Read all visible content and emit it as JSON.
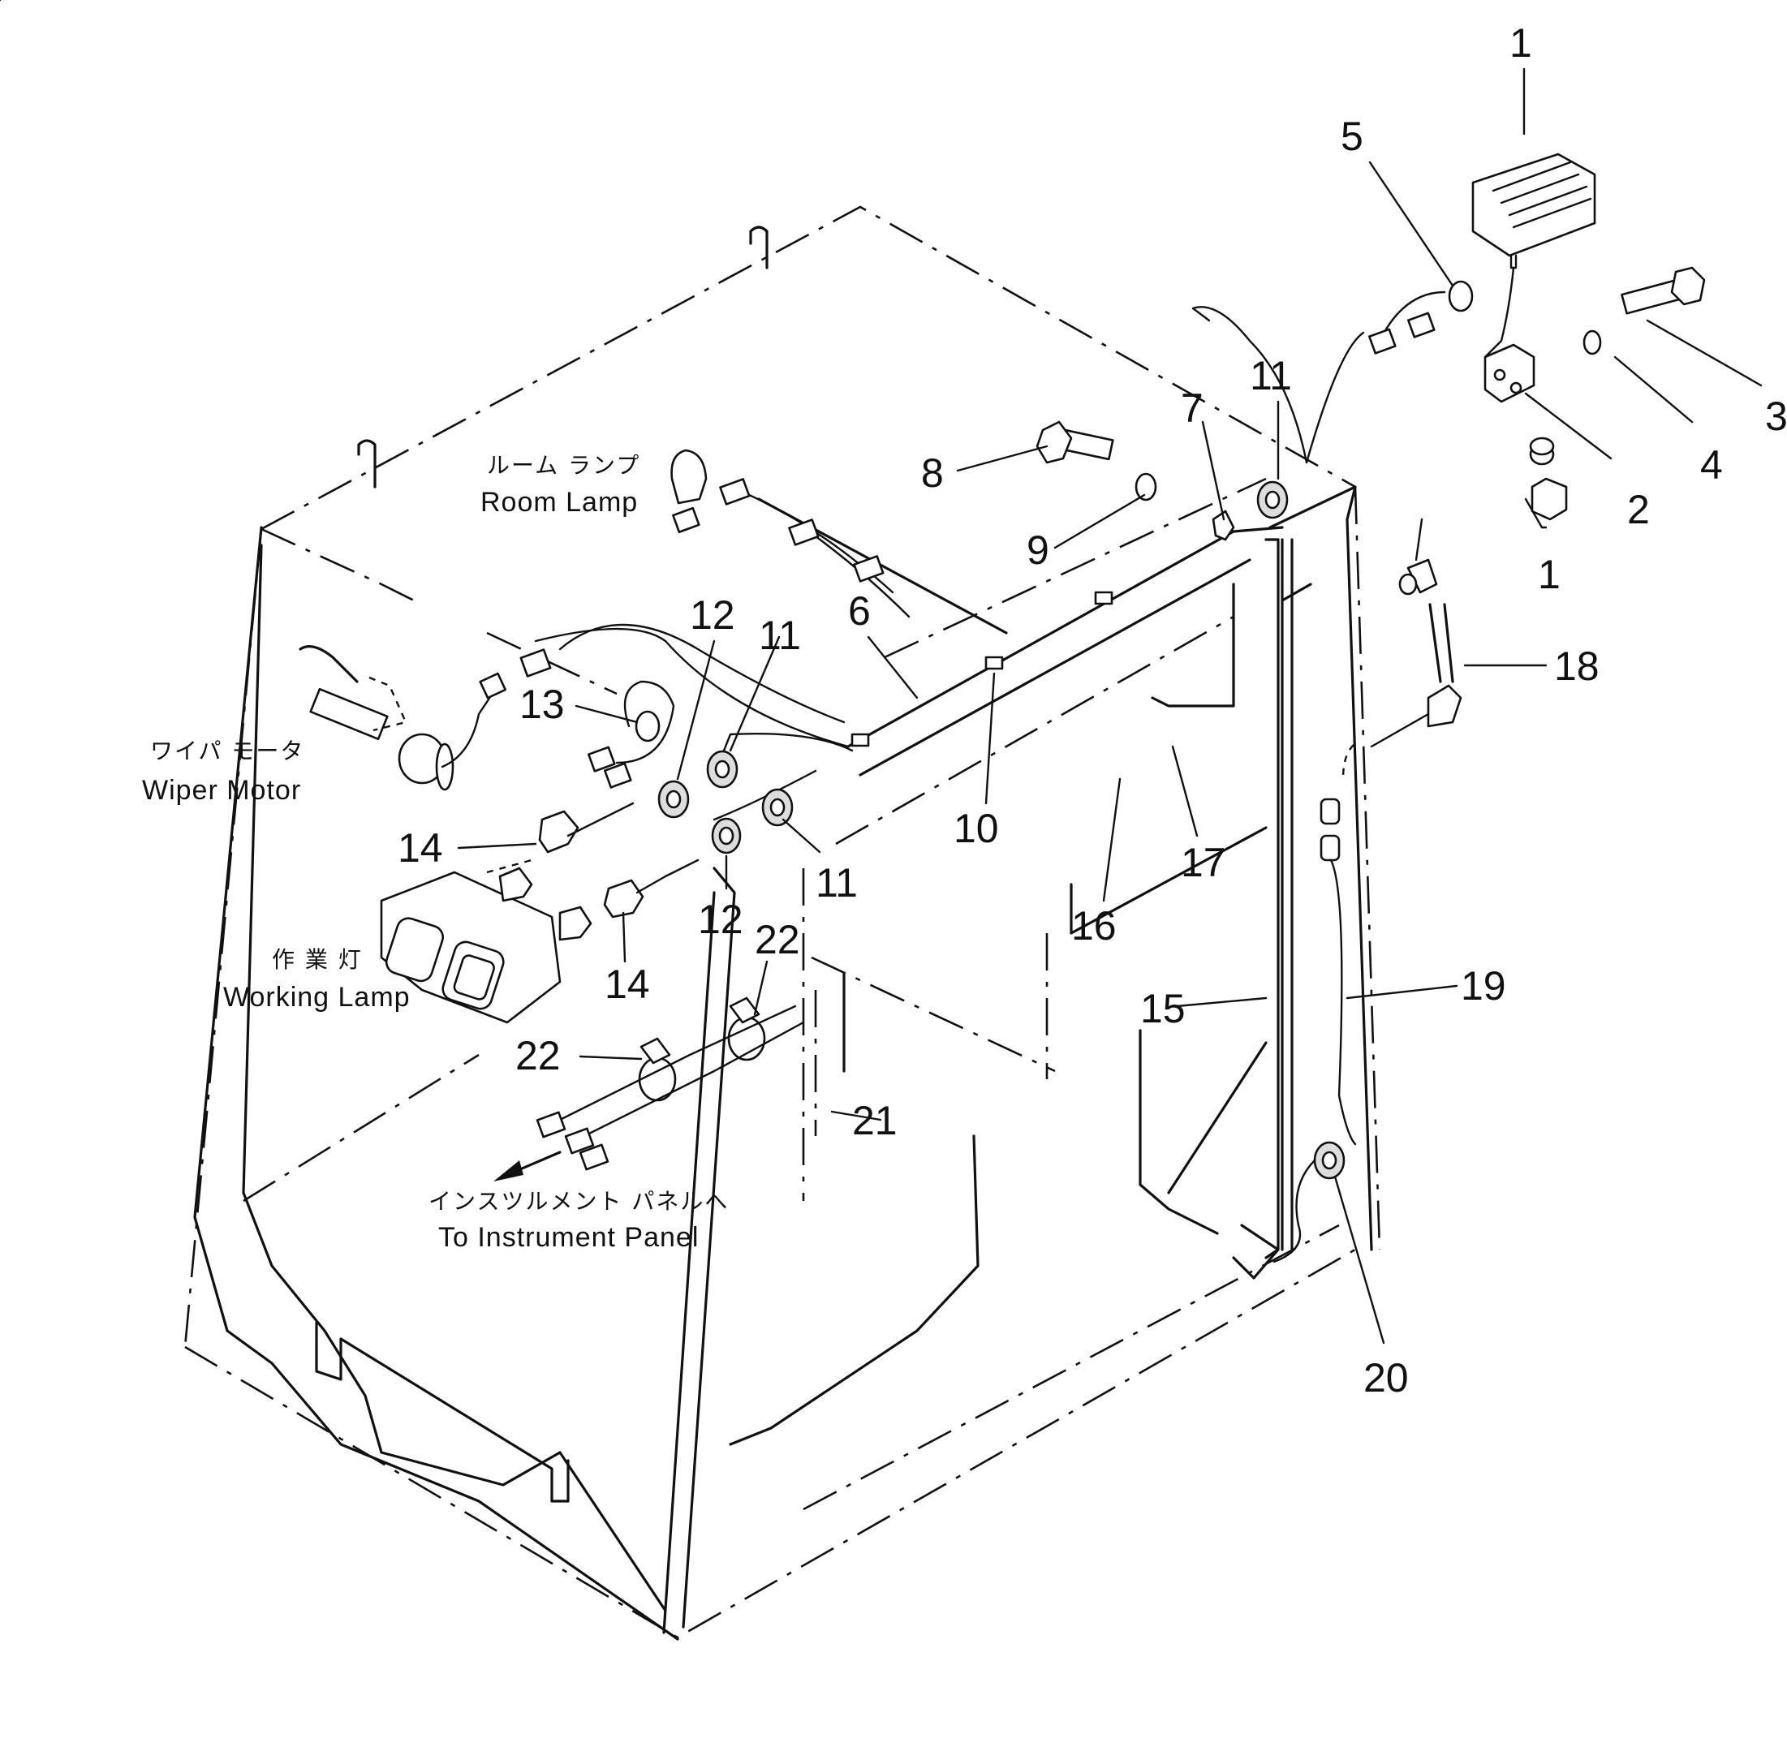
{
  "callouts": [
    "1",
    "5",
    "3",
    "4",
    "2",
    "1",
    "11",
    "7",
    "8",
    "9",
    "18",
    "6",
    "12",
    "11",
    "13",
    "10",
    "17",
    "16",
    "14",
    "11",
    "12",
    "22",
    "14",
    "15",
    "19",
    "22",
    "21",
    "20"
  ],
  "labels": {
    "room_lamp_jp": "ルーム ランプ",
    "room_lamp_en": "Room Lamp",
    "wiper_motor_jp": "ワイパ モータ",
    "wiper_motor_en": "Wiper Motor",
    "working_lamp_jp": "作 業 灯",
    "working_lamp_en": "Working Lamp",
    "instrument_jp": "インスツルメント パネルへ",
    "instrument_en": "To Instrument Panel"
  }
}
